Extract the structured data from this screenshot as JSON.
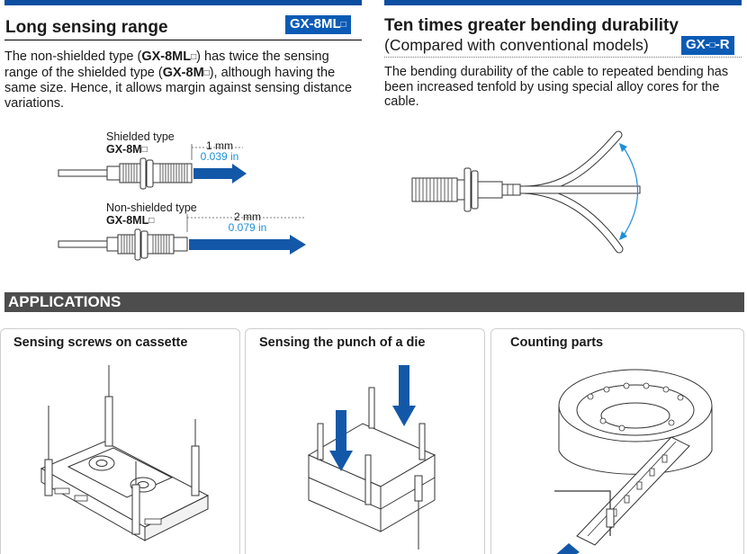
{
  "left_section": {
    "heading": "Long sensing range",
    "badge_prefix": "GX-8ML",
    "badge_suffix": "□",
    "para_p1": "The non-shielded type (",
    "para_b1": "GX-8ML",
    "para_s1": "□",
    "para_p2": ") has twice the sensing range of the shielded type (",
    "para_b2": "GX-8M",
    "para_s2": "□",
    "para_p3": "), although having the same size. Hence, it allows margin against sensing distance variations.",
    "shielded_label": "Shielded type",
    "shielded_model": "GX-8M",
    "shielded_model_suffix": "□",
    "shielded_mm": "1 mm",
    "shielded_in": "0.039 in",
    "nonshielded_label": "Non-shielded type",
    "nonshielded_model": "GX-8ML",
    "nonshielded_model_suffix": "□",
    "nonshielded_mm": "2 mm",
    "nonshielded_in": "0.079 in"
  },
  "right_section": {
    "heading": "Ten times greater bending durability",
    "subheading": "(Compared with conventional models)",
    "badge_prefix": "GX-",
    "badge_mid": "□",
    "badge_suffix": "-R",
    "paragraph": "The bending durability of the cable to repeated bending has been increased tenfold by using special alloy cores for the cable."
  },
  "applications": {
    "heading": "APPLICATIONS",
    "cards": [
      {
        "title": "Sensing screws on cassette"
      },
      {
        "title": "Sensing the punch of a die"
      },
      {
        "title": "Counting parts"
      }
    ]
  },
  "colors": {
    "brand_blue": "#0b4ea2",
    "badge_blue": "#0b5bb5",
    "arrow_blue": "#1358a8",
    "dim_blue": "#1d8fd6",
    "section_bar": "#4d4d4d"
  }
}
